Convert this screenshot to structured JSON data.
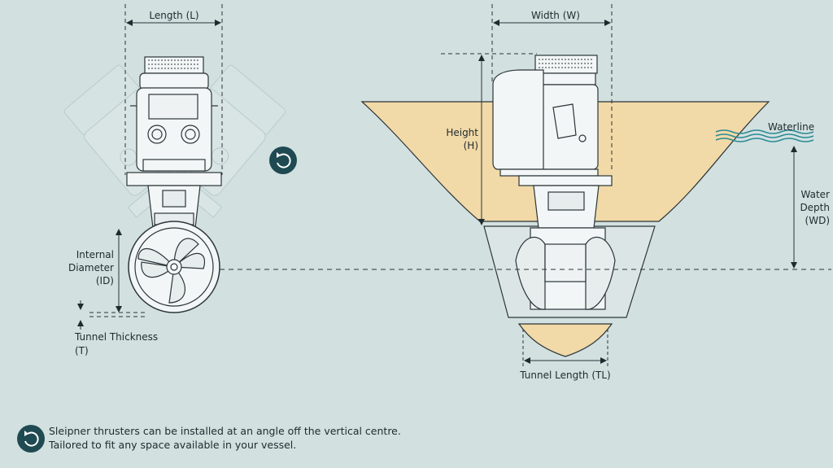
{
  "labels": {
    "length": "Length (L)",
    "width": "Width (W)",
    "height": "Height",
    "height_abbr": "(H)",
    "internal_diameter": "Internal",
    "internal_diameter_2": "Diameter",
    "internal_diameter_abbr": "(ID)",
    "tunnel_thickness": "Tunnel Thickness",
    "tunnel_thickness_abbr": "(T)",
    "waterline": "Waterline",
    "water_depth": "Water",
    "water_depth_2": "Depth",
    "water_depth_abbr": "(WD)",
    "tunnel_length": "Tunnel Length (TL)"
  },
  "caption": {
    "line1": "Sleipner thrusters can be installed at an angle off the vertical centre.",
    "line2": "Tailored to fit any space available in your vessel."
  },
  "icons": {
    "rotate": "rotate-icon"
  },
  "colors": {
    "background": "#d2e0e0",
    "hull": "#f1d9a8",
    "water": "#2a8a94",
    "icon_bg": "#1f4a52",
    "line": "#1f2a2e"
  }
}
